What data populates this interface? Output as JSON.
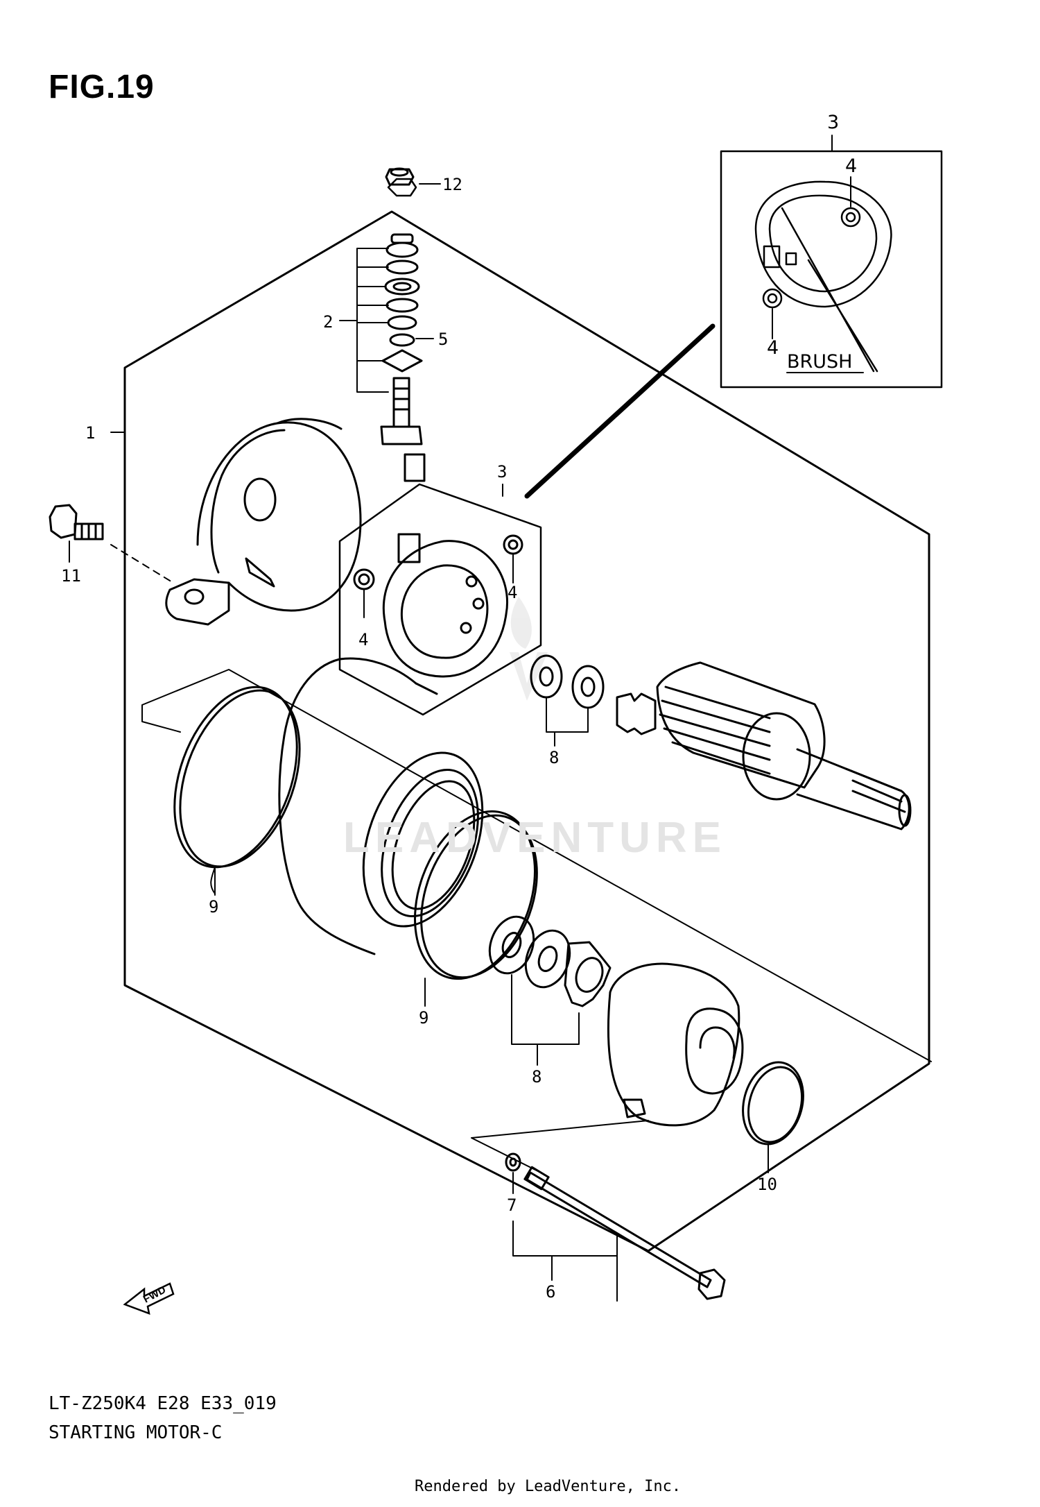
{
  "header": {
    "figure_label": "FIG.19"
  },
  "inset": {
    "callout": "3",
    "brush_label": "BRUSH",
    "hardware_callout_top": "4",
    "hardware_callout_bottom": "4"
  },
  "callouts": {
    "starting_motor_assy": "1",
    "terminal_hardware_set": "2",
    "brush_holder": "3",
    "screw_right": "4",
    "screw_left": "4",
    "washer_terminal": "5",
    "bolt_set": "6",
    "washer_bolt": "7",
    "washer_set_upper": "8",
    "washer_set_lower": "8",
    "o_ring_yoke": "9",
    "o_ring_end": "9",
    "o_ring_housing": "10",
    "mounting_bolt": "11",
    "nut": "12"
  },
  "direction_arrow": {
    "label": "FWD"
  },
  "watermark": {
    "text": "LEADVENTURE"
  },
  "footer": {
    "model_code": "LT-Z250K4 E28 E33_019",
    "diagram_name": "STARTING MOTOR-C",
    "render_credit": "Rendered by LeadVenture, Inc."
  }
}
